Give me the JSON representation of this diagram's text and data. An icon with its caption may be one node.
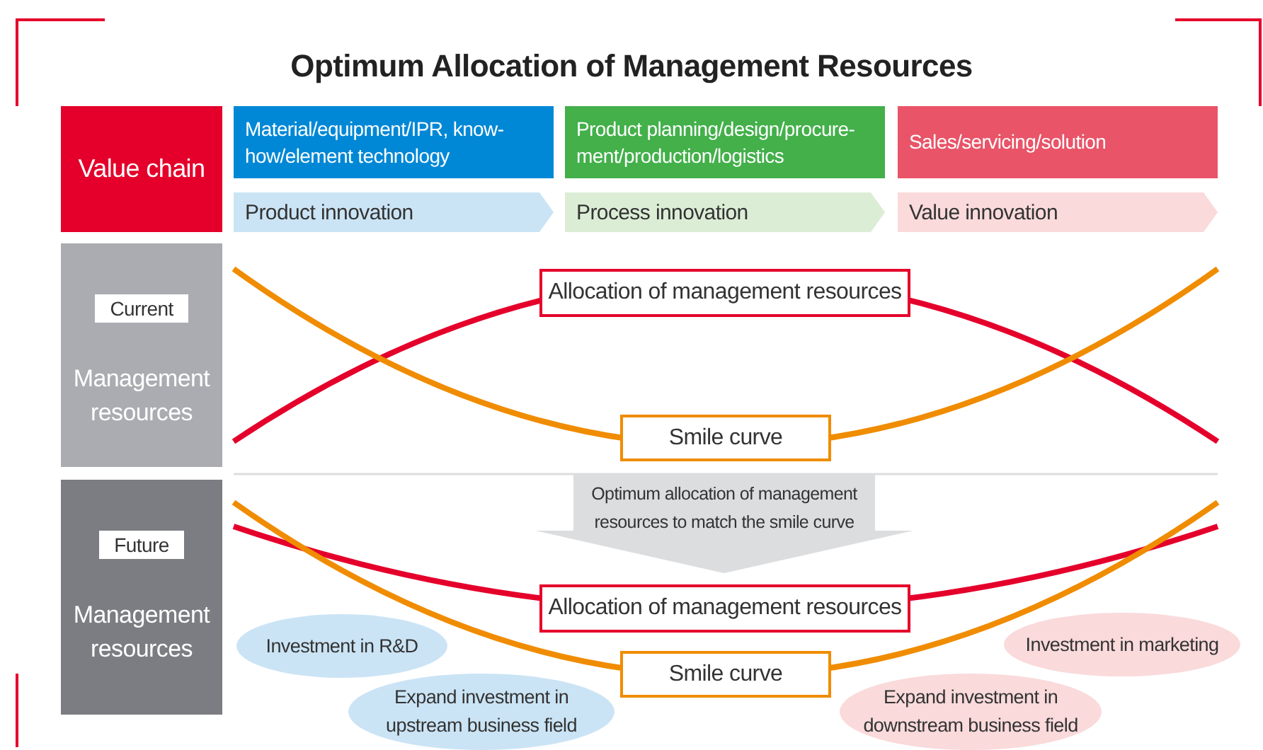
{
  "diagram": {
    "title": "Optimum Allocation of Management Resources",
    "nodes": [
      {
        "text": [
          "Value chain"
        ]
      },
      {
        "text": [
          "Material/equipment/IPR, know-how/element technology"
        ]
      },
      {
        "text": [
          "Product planning/design/procure-ment/production/logistics"
        ]
      },
      {
        "text": [
          "Sales/servicing/solution"
        ]
      },
      {
        "text": [
          "Product innovation"
        ]
      },
      {
        "text": [
          "Process innovation"
        ]
      },
      {
        "text": [
          "Value innovation"
        ]
      },
      {
        "text": [
          "Current",
          "Management resources"
        ]
      },
      {
        "text": [
          "Allocation of management resources"
        ]
      },
      {
        "text": [
          "Smile curve"
        ]
      },
      {
        "text": [
          "Optimum allocation of management resources to match the smile curve"
        ]
      },
      {
        "text": [
          "Future",
          "Management resources"
        ]
      },
      {
        "text": [
          "Allocation of management resources"
        ]
      },
      {
        "text": [
          "Smile curve"
        ]
      },
      {
        "text": [
          "Investment in R&D"
        ]
      },
      {
        "text": [
          "Expand investment in upstream business field"
        ]
      },
      {
        "text": [
          "Investment in marketing"
        ]
      },
      {
        "text": [
          "Expand investment in downstream business field"
        ]
      }
    ]
  }
}
